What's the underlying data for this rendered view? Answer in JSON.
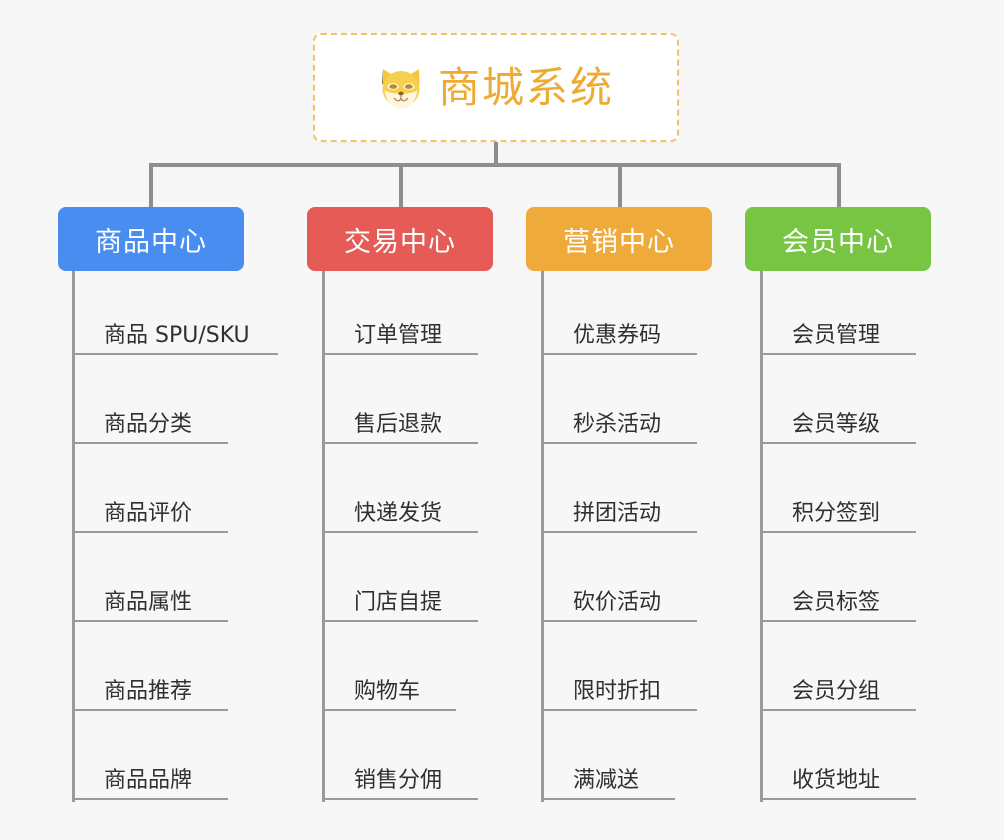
{
  "page": {
    "background_color": "#f7f7f7",
    "line_color": "#8e8e8e",
    "sub_line_color": "#9a9a9a"
  },
  "root": {
    "title": "商城系统",
    "icon": "shiba-dog-icon",
    "accent_color": "#eeab34",
    "border_color": "#f2c169",
    "background_color": "#ffffff"
  },
  "categories": [
    {
      "label": "商品中心",
      "color": "#4a8df0",
      "items": [
        "商品 SPU/SKU",
        "商品分类",
        "商品评价",
        "商品属性",
        "商品推荐",
        "商品品牌"
      ]
    },
    {
      "label": "交易中心",
      "color": "#e65b56",
      "items": [
        "订单管理",
        "售后退款",
        "快递发货",
        "门店自提",
        "购物车",
        "销售分佣"
      ]
    },
    {
      "label": "营销中心",
      "color": "#eeab3c",
      "items": [
        "优惠券码",
        "秒杀活动",
        "拼团活动",
        "砍价活动",
        "限时折扣",
        "满减送"
      ]
    },
    {
      "label": "会员中心",
      "color": "#78c543",
      "items": [
        "会员管理",
        "会员等级",
        "积分签到",
        "会员标签",
        "会员分组",
        "收货地址"
      ]
    }
  ]
}
